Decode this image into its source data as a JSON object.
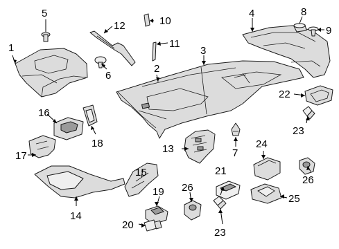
{
  "callouts": [
    {
      "id": "c1",
      "label": "1"
    },
    {
      "id": "c2",
      "label": "2"
    },
    {
      "id": "c3",
      "label": "3"
    },
    {
      "id": "c4",
      "label": "4"
    },
    {
      "id": "c5",
      "label": "5"
    },
    {
      "id": "c6",
      "label": "6"
    },
    {
      "id": "c7",
      "label": "7"
    },
    {
      "id": "c8",
      "label": "8"
    },
    {
      "id": "c9",
      "label": "9"
    },
    {
      "id": "c10",
      "label": "10"
    },
    {
      "id": "c11",
      "label": "11"
    },
    {
      "id": "c12",
      "label": "12"
    },
    {
      "id": "c13",
      "label": "13"
    },
    {
      "id": "c14",
      "label": "14"
    },
    {
      "id": "c15",
      "label": "15"
    },
    {
      "id": "c16",
      "label": "16"
    },
    {
      "id": "c17",
      "label": "17"
    },
    {
      "id": "c18",
      "label": "18"
    },
    {
      "id": "c19",
      "label": "19"
    },
    {
      "id": "c20",
      "label": "20"
    },
    {
      "id": "c21",
      "label": "21"
    },
    {
      "id": "c22",
      "label": "22"
    },
    {
      "id": "c23a",
      "label": "23"
    },
    {
      "id": "c23b",
      "label": "23"
    },
    {
      "id": "c24",
      "label": "24"
    },
    {
      "id": "c25",
      "label": "25"
    },
    {
      "id": "c26a",
      "label": "26"
    },
    {
      "id": "c26b",
      "label": "26"
    }
  ]
}
